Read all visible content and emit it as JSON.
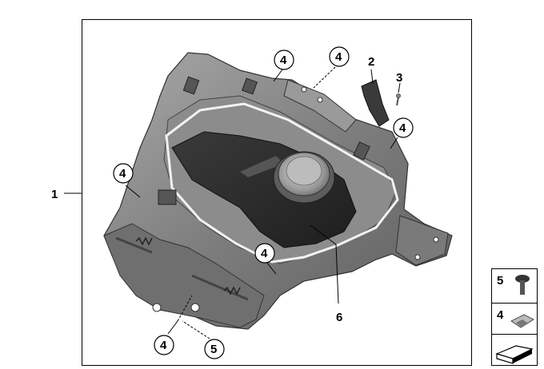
{
  "callouts": {
    "c1": "1",
    "c2": "2",
    "c3": "3",
    "c4": "4",
    "c5": "5",
    "c6": "6"
  },
  "legend": {
    "item5_label": "5",
    "item4_label": "4"
  }
}
